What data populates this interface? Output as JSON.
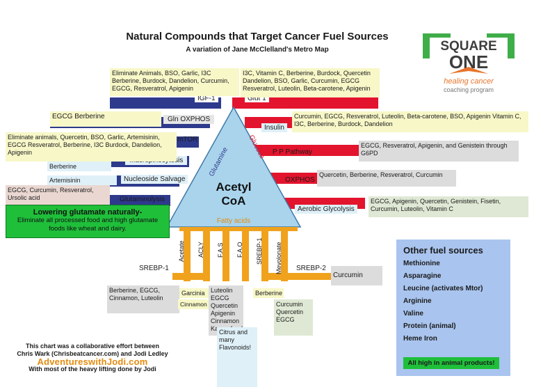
{
  "title": "Natural Compounds that Target Cancer Fuel Sources",
  "subtitle": "A variation of Jane McClelland's Metro Map",
  "logo": {
    "line1": "SQUARE",
    "line2": "ONE",
    "line3": "healing cancer",
    "line4": "coaching program"
  },
  "center": {
    "line1": "Acetyl",
    "line2": "CoA",
    "left_edge": "Glutamine",
    "right_edge": "Glucose",
    "bottom": "Fatty acids"
  },
  "left_paths": [
    {
      "label": "IGF-1"
    },
    {
      "label": "Gln OXPHOS"
    },
    {
      "label": "mTOR"
    },
    {
      "label": "Macropinocytosis"
    },
    {
      "label": "Nucleoside Salvage"
    },
    {
      "label": "Glutaminolysis"
    }
  ],
  "right_paths": [
    {
      "label": "Glut 1"
    },
    {
      "label": "Insulin"
    },
    {
      "label": "P P Pathway"
    },
    {
      "label": "OXPHOS"
    },
    {
      "label": "Aerobic Glycolysis"
    }
  ],
  "left_boxes": {
    "igf": "Eliminate Animals, BSO, Garlic, I3C Berberine, Burdock, Dandelion, Curcumin, EGCG, Resveratrol, Apigenin",
    "gln": "EGCG  Berberine",
    "mtor": "Eliminate animals, Quercetin, BSO, Garlic, Artemisinin, EGCG Resveratrol, Berberine, I3C Burdock, Dandelion, Apigenin",
    "berberine": "Berberine",
    "artemisinin": "Artemisinin",
    "glutaminolysis": "EGCG, Curcumin, Resveratrol, Ursolic acid"
  },
  "right_boxes": {
    "glut1": "I3C, Vitamin C, Berberine, Burdock, Quercetin Dandelion, BSO, Garlic, Curcumin, EGCG Resveratrol, Luteolin, Beta-carotene, Apigenin",
    "insulin": "Curcumin, EGCG, Resveratrol, Luteolin, Beta-carotene, BSO, Apigenin Vitamin C, I3C, Berberine, Burdock, Dandelion",
    "ppp": "EGCG, Resveratrol,  Apigenin, and Genistein through G6PD",
    "oxphos": "Quercetin, Berberine, Resveratrol, Curcumin",
    "glycolysis": "EGCG, Apigenin, Quercetin,  Genistein, Fisetin, Curcumin, Luteolin, Vitamin C"
  },
  "glutamate_box": {
    "heading": "Lowering glutamate naturally-",
    "body": "Eliminate all processed food and high glutamate foods like wheat and dairy."
  },
  "fatty_branches": {
    "acetate": "Acetate",
    "acly": "ACLY",
    "fas": "F.A.S",
    "fao": "F.A.O",
    "srebp1v": "SREBP-1",
    "mevalonate": "Mevolonate",
    "srebp1": "SREBP-1",
    "srebp2": "SREBP-2"
  },
  "bottom_boxes": {
    "srebp1": "Berberine, EGCG, Cinnamon, Luteolin",
    "garcinia": "Garcinia",
    "cinnamon": "Cinnamon",
    "fas": "Luteolin EGCG Quercetin Apigenin Cinnamon Kaempferal",
    "fao": "Citrus and many Flavonoids!",
    "berberine": "Berberine",
    "mevalonate": "Curcumin Quercetin EGCG",
    "srebp2": "Curcumin"
  },
  "other_fuel": {
    "title": "Other fuel sources",
    "items": [
      "Methionine",
      "Asparagine",
      "Leucine (activates Mtor)",
      "Arginine",
      "Valine",
      "Protein (animal)",
      "Heme Iron"
    ],
    "footer": "All high in animal products!"
  },
  "credits": {
    "line1": "This chart was a collaborative effort between",
    "line2": "Chris Wark (Chrisbeatcancer.com) and Jodi Ledley",
    "adventures": "AdventureswithJodi.com",
    "line3": "With most of the heavy lifting done by Jodi"
  },
  "colors": {
    "blue": "#2e3a8c",
    "red": "#e3142d",
    "orange": "#f0a21c",
    "triangle": "#a9d4ec",
    "green": "#1fbf3a"
  }
}
